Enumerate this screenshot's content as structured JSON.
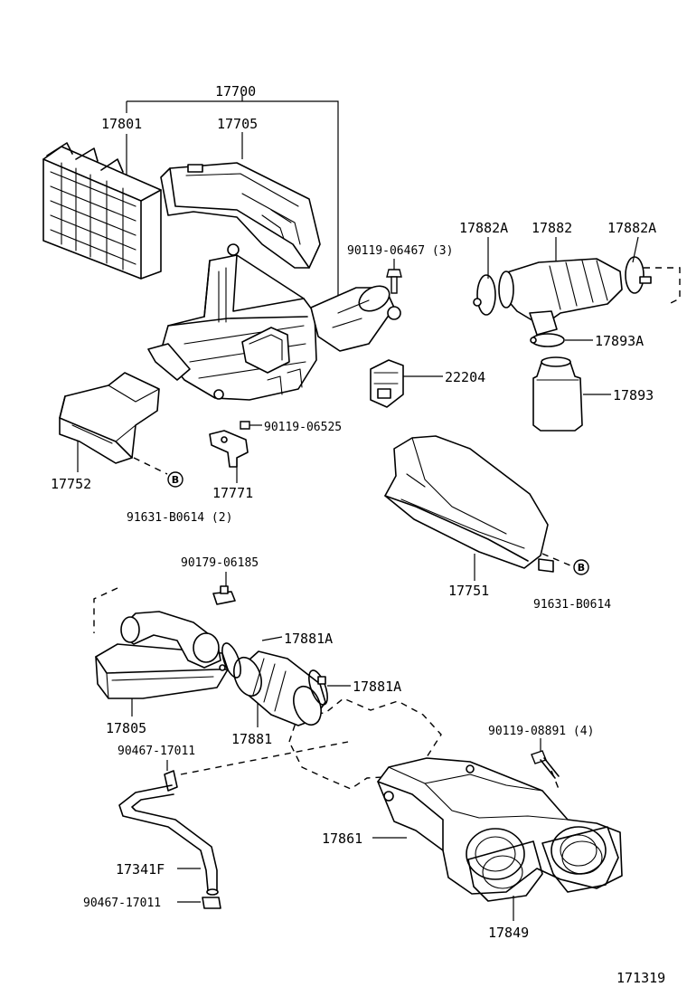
{
  "diagram": {
    "id": "171319",
    "ref_marker": "B",
    "labels": {
      "p17700": "17700",
      "p17801": "17801",
      "p17705": "17705",
      "p90119_06467": "90119-06467 (3)",
      "p17882A_left": "17882A",
      "p17882": "17882",
      "p17882A_right": "17882A",
      "p17893A": "17893A",
      "p22204": "22204",
      "p17893": "17893",
      "p90119_06525": "90119-06525",
      "p17752": "17752",
      "p17771": "17771",
      "p91631_B0614_2": "91631-B0614 (2)",
      "p17751": "17751",
      "p91631_B0614": "91631-B0614",
      "p90179_06185": "90179-06185",
      "p17881A_upper": "17881A",
      "p17881A_lower": "17881A",
      "p17805": "17805",
      "p17881": "17881",
      "p90119_08891": "90119-08891 (4)",
      "p90467_17011_upper": "90467-17011",
      "p17861": "17861",
      "p17341F": "17341F",
      "p90467_17011_lower": "90467-17011",
      "p17849": "17849"
    }
  }
}
